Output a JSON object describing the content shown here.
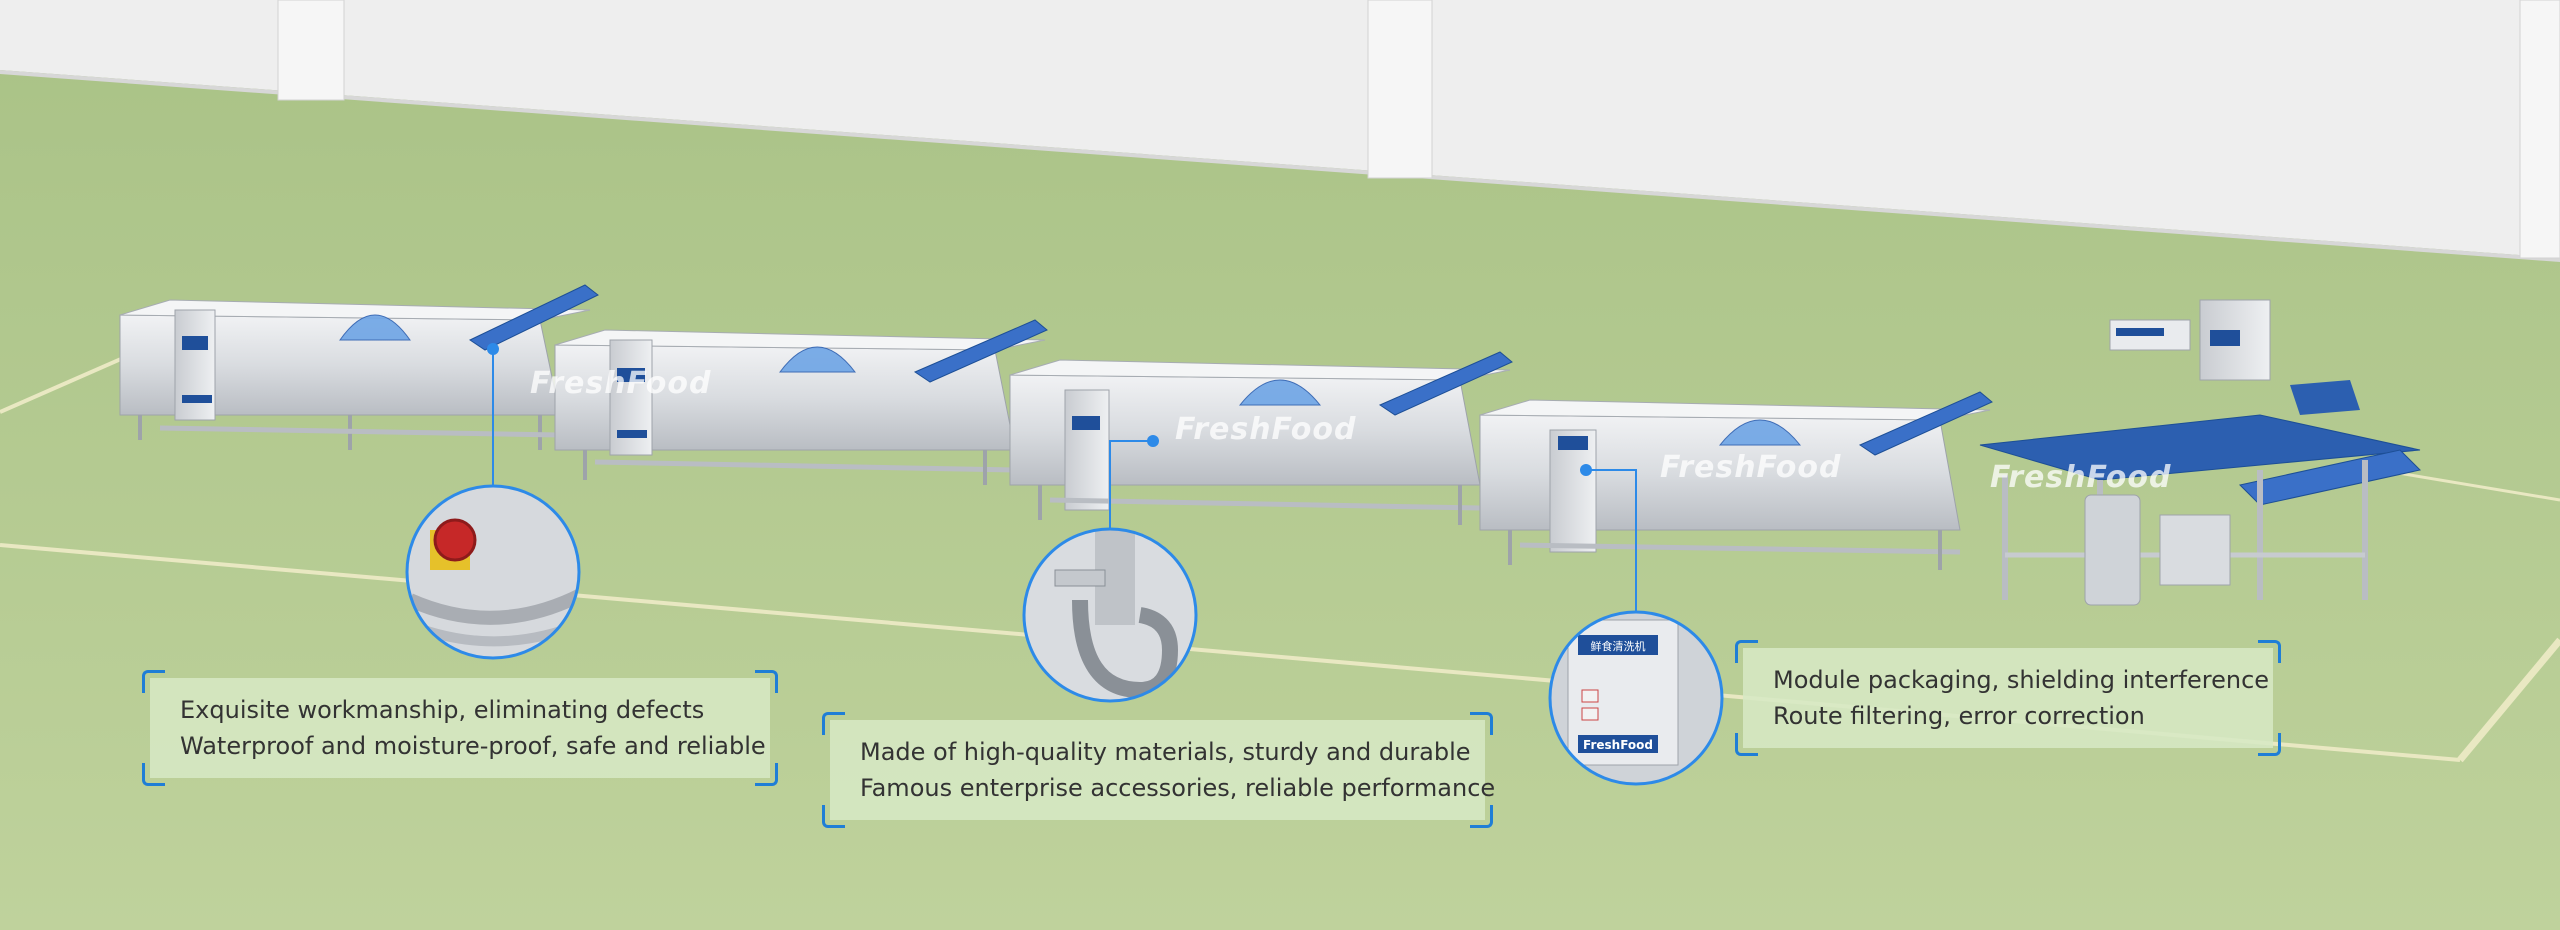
{
  "brand": {
    "watermark": "FreshFood",
    "badge_text": "FreshFood",
    "panel_text": "鲜食清洗机"
  },
  "colors": {
    "accent": "#1f7ed6",
    "floor": "#b9cd96",
    "wall": "#eeeeee",
    "steel": "#dfe2e6",
    "conveyor": "#2c5fb0",
    "emergency": "#c62828"
  },
  "callouts": [
    {
      "lines": [
        "Exquisite workmanship, eliminating defects",
        "Waterproof and moisture-proof, safe and reliable"
      ],
      "detail": "emergency-stop-button"
    },
    {
      "lines": [
        "Made of high-quality materials, sturdy and durable",
        "Famous enterprise accessories, reliable performance"
      ],
      "detail": "pipe-valve"
    },
    {
      "lines": [
        "Module packaging, shielding interference",
        "Route filtering, error correction"
      ],
      "detail": "control-cabinet"
    }
  ]
}
